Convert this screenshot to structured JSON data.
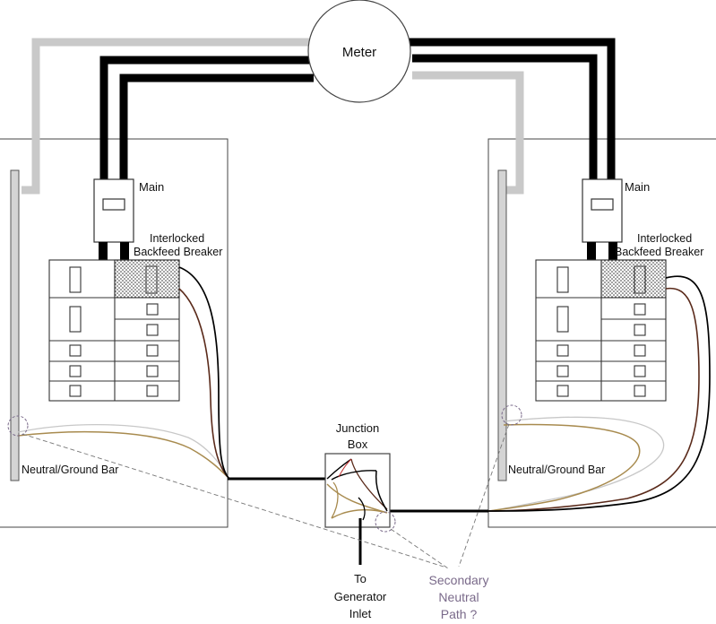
{
  "labels": {
    "meter": "Meter",
    "left_main": "Main",
    "right_main": "Main",
    "left_backfeed_line1": "Interlocked",
    "left_backfeed_line2": "Backfeed Breaker",
    "right_backfeed_line1": "Interlocked",
    "right_backfeed_line2": "Backfeed Breaker",
    "left_neutral_bar": "Neutral/Ground Bar",
    "right_neutral_bar": "Neutral/Ground Bar",
    "junction_line1": "Junction",
    "junction_line2": "Box",
    "generator_line1": "To",
    "generator_line2": "Generator",
    "generator_line3": "Inlet",
    "secondary_line1": "Secondary",
    "secondary_line2": "Neutral",
    "secondary_line3": "Path ?"
  },
  "colors": {
    "hot_wire": "#000000",
    "neutral_service": "#c9c9c9",
    "brown_wire": "#5a2a1a",
    "tan_wire": "#a88b4f",
    "gray_wire": "#c8c8c8",
    "note_text": "#7a6a8a",
    "dashed_path": "#777777"
  }
}
